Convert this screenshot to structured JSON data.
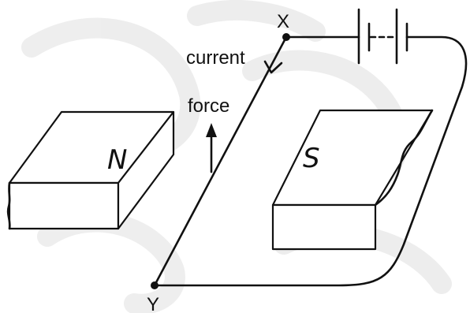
{
  "labels": {
    "point_x": "X",
    "point_y": "Y",
    "current": "current",
    "force": "force",
    "pole_north": "N",
    "pole_south": "S"
  },
  "colors": {
    "ink": "#111111",
    "background": "#ffffff",
    "watermark": "#ececec"
  }
}
